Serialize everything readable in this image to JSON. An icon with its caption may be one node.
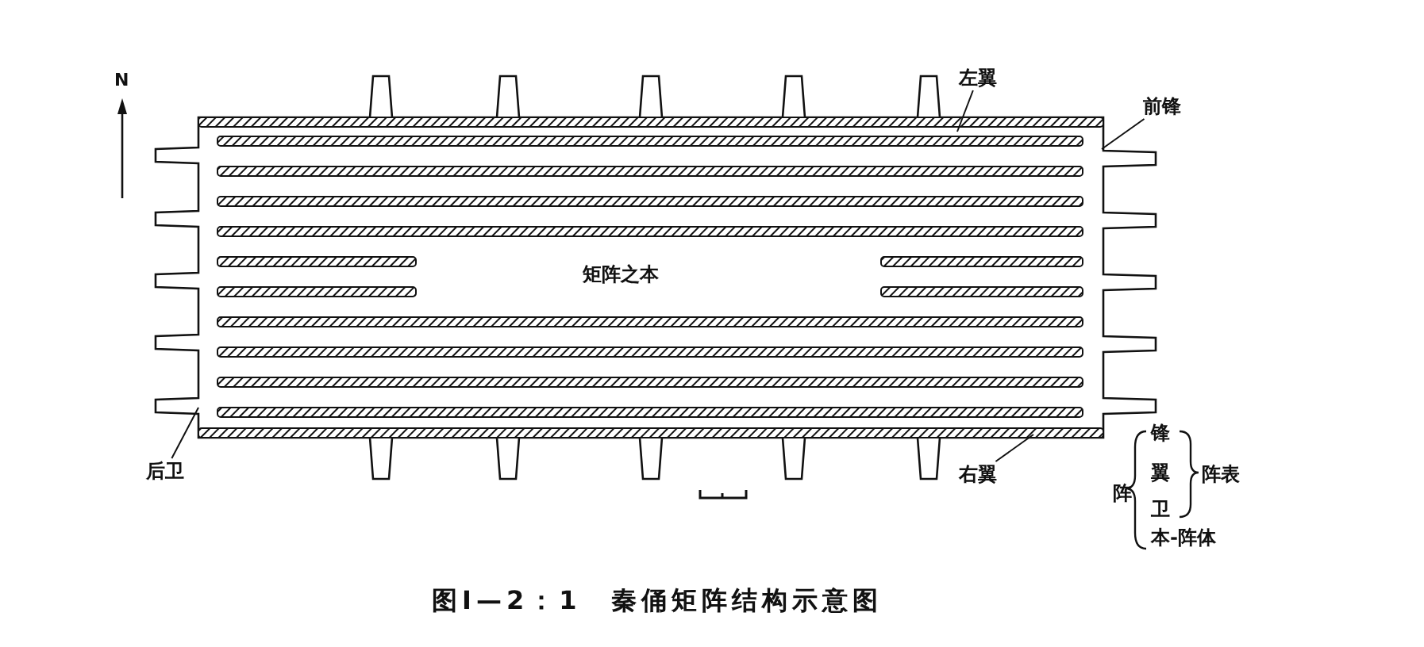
{
  "diagram": {
    "caption": "图Ⅰ—2：1　秦俑矩阵结构示意图",
    "nodes": [
      {
        "text": [
          "左翼"
        ]
      },
      {
        "text": [
          "前锋"
        ]
      },
      {
        "text": [
          "右翼"
        ]
      },
      {
        "text": [
          "后卫"
        ]
      }
    ],
    "edges": [
      {
        "from": 0,
        "to": null,
        "arrow": "none"
      },
      {
        "from": 1,
        "to": null,
        "arrow": "none"
      },
      {
        "from": 2,
        "to": null,
        "arrow": "none"
      },
      {
        "from": 3,
        "to": null,
        "arrow": "none"
      }
    ],
    "labels": [
      "N",
      "矩阵之本",
      "阵",
      "锋",
      "翼",
      "卫",
      "阵表",
      "本-阵体"
    ]
  }
}
